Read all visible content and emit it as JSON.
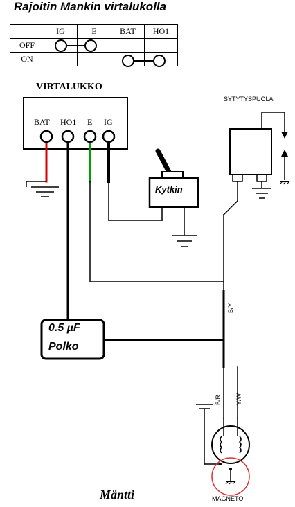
{
  "title": "Rajoitin Mankin virtalukolla",
  "table": {
    "headers": [
      "",
      "IG",
      "E",
      "BAT",
      "HO1"
    ],
    "rows": [
      {
        "label": "OFF"
      },
      {
        "label": "ON"
      }
    ]
  },
  "virtalukko": {
    "title": "VIRTALUKKO",
    "terminals": [
      "BAT",
      "HO1",
      "E",
      "IG"
    ]
  },
  "switch_label": "Kytkin",
  "coil_label": "SYTYTYSPUOLA",
  "wire_labels": {
    "by": "B/Y",
    "br": "B/R",
    "yw": "Y/W"
  },
  "capacitor": {
    "line1": "0.5 µF",
    "line2": "Polko"
  },
  "magneto_label": "MAGNETO",
  "signature": "Mäntti",
  "colors": {
    "red_wire": "#d40000",
    "green_wire": "#00a000",
    "magneto_ring": "#e03030"
  }
}
